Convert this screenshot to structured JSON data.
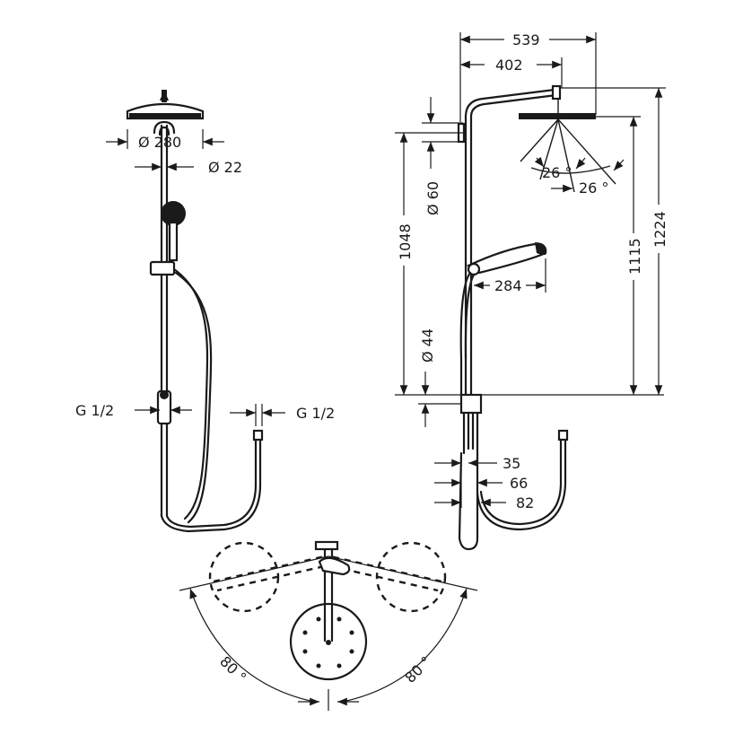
{
  "front_view": {
    "dia_280": "Ø 280",
    "dia_22": "Ø 22",
    "thread_left": "G 1/2",
    "thread_right": "G 1/2"
  },
  "side_view": {
    "width_539": "539",
    "width_402": "402",
    "dia_60": "Ø 60",
    "height_1048": "1048",
    "height_1115": "1115",
    "height_1224": "1224",
    "angle_26a": "26 °",
    "angle_26b": "26 °",
    "hand_284": "284",
    "dia_44": "Ø 44",
    "depth_35": "35",
    "depth_66": "66",
    "depth_82": "82"
  },
  "top_view": {
    "angle_left": "80 °",
    "angle_right": "80 °"
  }
}
